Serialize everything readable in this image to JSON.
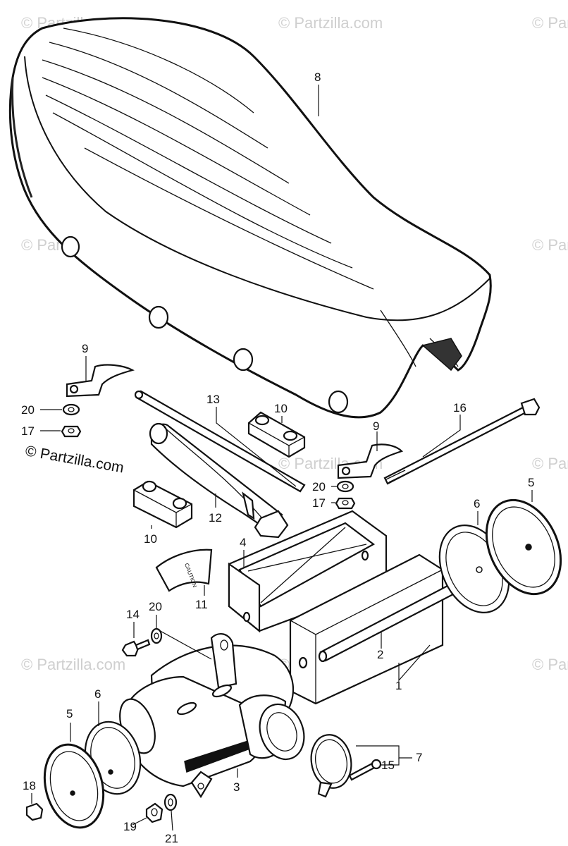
{
  "watermark": "© Partzilla.com",
  "copyright": "© Partzilla.com",
  "colors": {
    "line": "#111111",
    "watermark": "#cfcfcf",
    "background": "#ffffff"
  },
  "labels": {
    "l1": "1",
    "l2": "2",
    "l3": "3",
    "l4": "4",
    "l5a": "5",
    "l5b": "5",
    "l6a": "6",
    "l6b": "6",
    "l7": "7",
    "l8": "8",
    "l9a": "9",
    "l9b": "9",
    "l10a": "10",
    "l10b": "10",
    "l11": "11",
    "l12": "12",
    "l13": "13",
    "l14": "14",
    "l15": "15",
    "l16": "16",
    "l17a": "17",
    "l17b": "17",
    "l18": "18",
    "l19": "19",
    "l20a": "20",
    "l20b": "20",
    "l20c": "20",
    "l21": "21"
  }
}
